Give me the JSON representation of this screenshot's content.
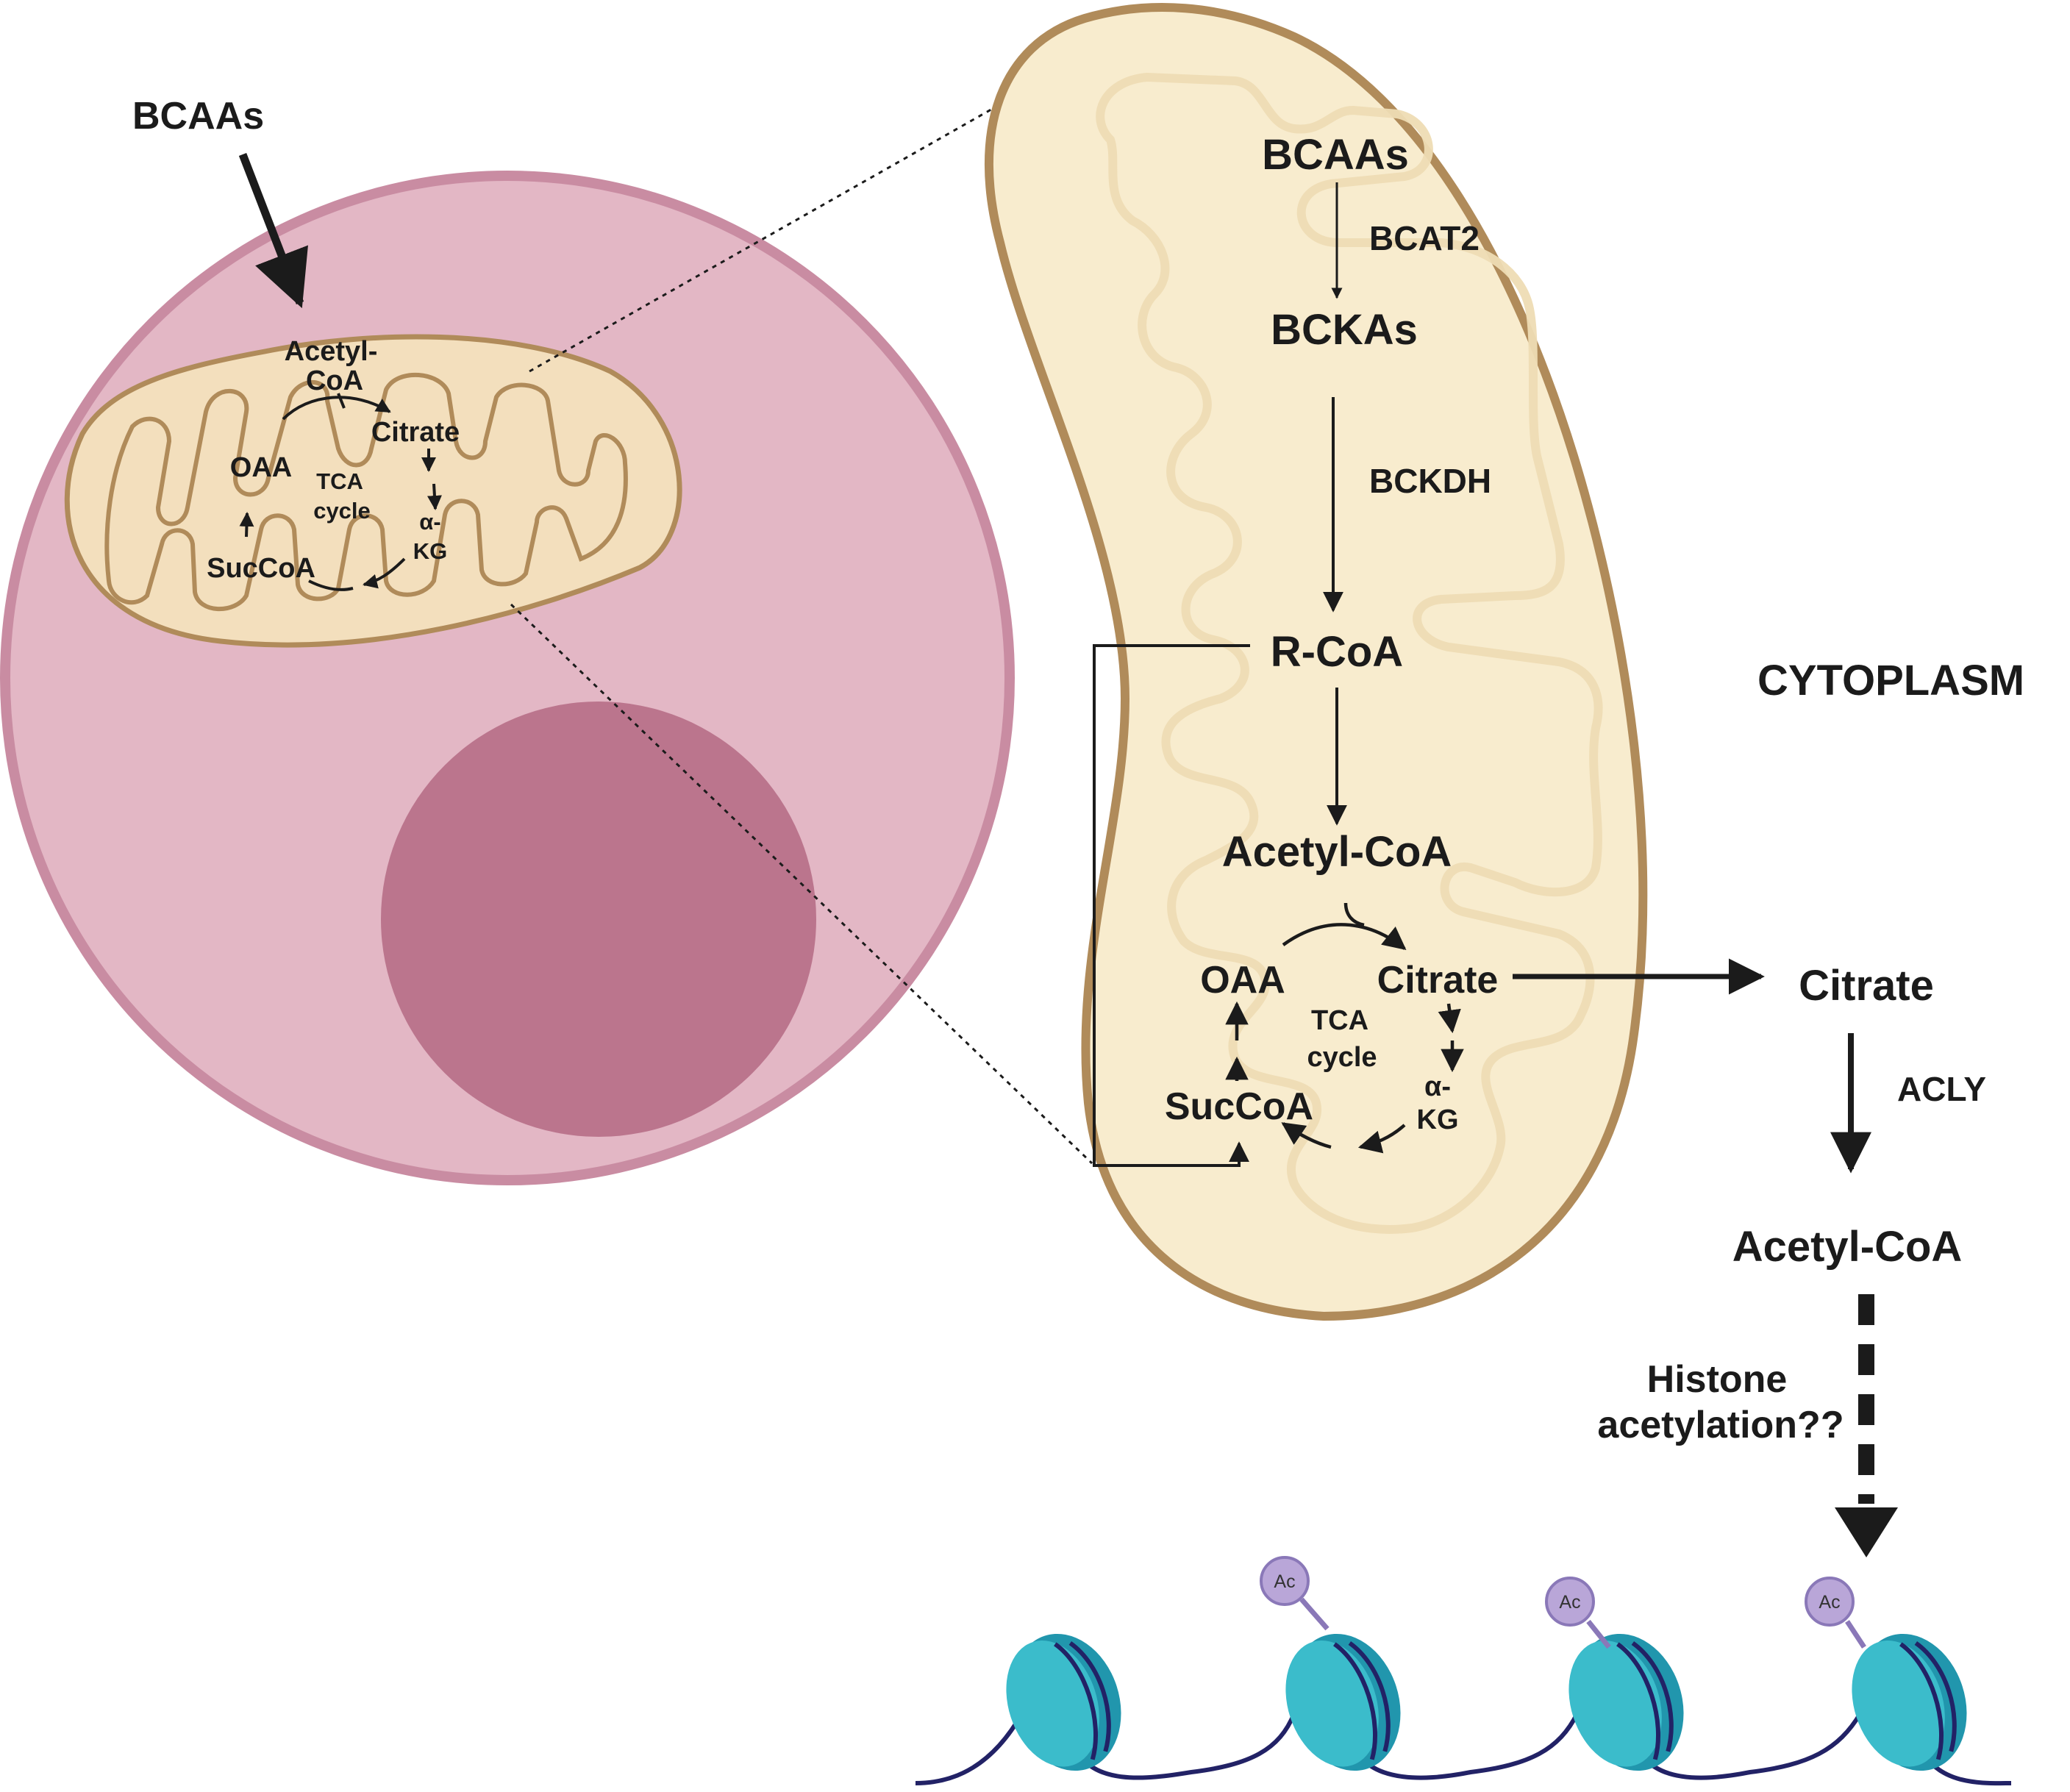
{
  "colors": {
    "cell_fill": "#e3b7c5",
    "cell_border": "#c98ca2",
    "nucleus": "#bb758d",
    "mito_fill": "#f3dfbd",
    "mito_fill_large": "#f8ecce",
    "mito_border": "#b08b5a",
    "arrow": "#1b1b1b",
    "nucleosome": "#3bbccb",
    "nucleosome_dark": "#2196ad",
    "dna": "#222266",
    "acetyl_tag": "#b9a6d8"
  },
  "icons": [
    "cell",
    "nucleus",
    "mitochondrion",
    "nucleosome",
    "acetyl-tag",
    "dna-strand"
  ],
  "cell": {
    "input_label": "BCAAs",
    "mito": {
      "acetyl_coa": [
        "Acetyl-",
        "CoA"
      ],
      "citrate": "Citrate",
      "oaa": "OAA",
      "tca": [
        "TCA",
        "cycle"
      ],
      "akg": [
        "α-",
        "KG"
      ],
      "succoa": "SucCoA"
    }
  },
  "zoom": {
    "bcaas": "BCAAs",
    "bcat2": "BCAT2",
    "bckas": "BCKAs",
    "bckdh": "BCKDH",
    "rcoa": "R-CoA",
    "acetyl_coa": "Acetyl-CoA",
    "citrate": "Citrate",
    "oaa": "OAA",
    "tca": [
      "TCA",
      "cycle"
    ],
    "akg": [
      "α-",
      "KG"
    ],
    "succoa": "SucCoA"
  },
  "cytoplasm": {
    "title": "CYTOPLASM",
    "citrate": "Citrate",
    "acly": "ACLY",
    "acetyl_coa": "Acetyl-CoA",
    "question": [
      "Histone",
      "acetylation??"
    ],
    "ac_tag": "Ac"
  }
}
